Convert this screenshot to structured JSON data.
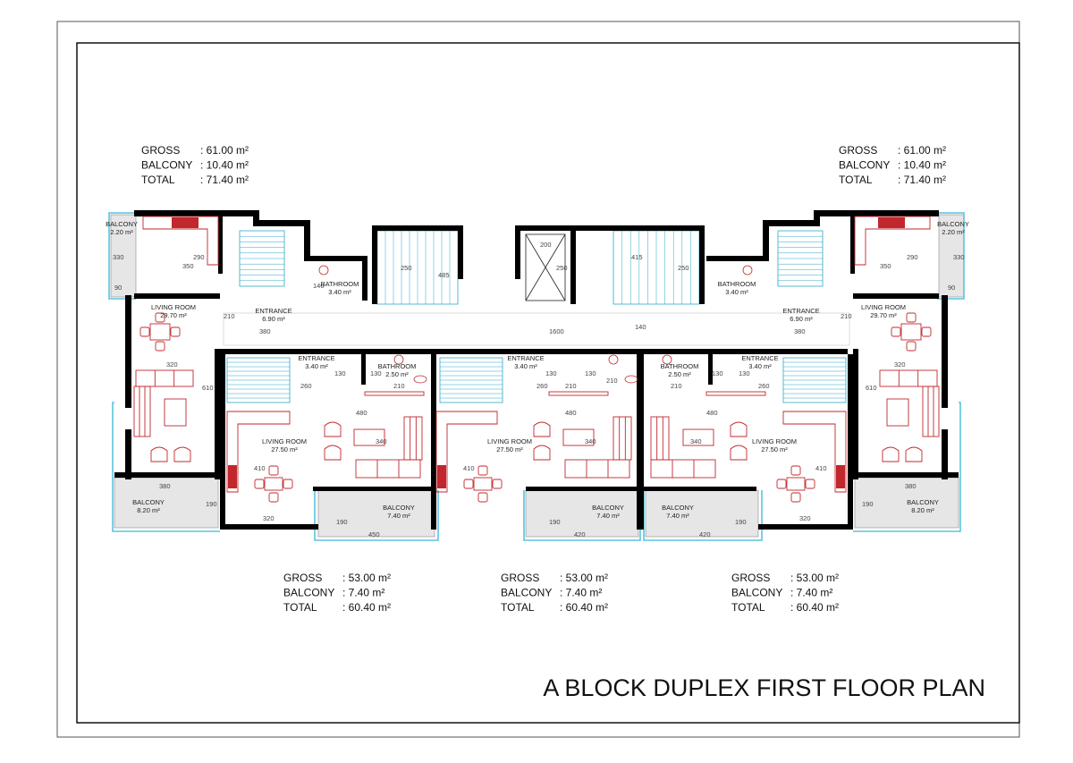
{
  "title": "A BLOCK DUPLEX FIRST FLOOR PLAN",
  "colors": {
    "wall": "#000000",
    "furniture": "#c0282e",
    "stairs": "#2fa7c9",
    "glazing": "#59c4e0",
    "dimension": "#555555"
  },
  "area_labels": {
    "gross": "GROSS",
    "balcony": "BALCONY",
    "total": "TOTAL"
  },
  "area_tables": [
    {
      "id": "top-left",
      "gross": ": 61.00 m²",
      "balcony": ": 10.40 m²",
      "total": ": 71.40 m²"
    },
    {
      "id": "top-right",
      "gross": ": 61.00 m²",
      "balcony": ": 10.40 m²",
      "total": ": 71.40 m²"
    },
    {
      "id": "bottom-left",
      "gross": ": 53.00 m²",
      "balcony": ": 7.40 m²",
      "total": ": 60.40 m²"
    },
    {
      "id": "bottom-center",
      "gross": ": 53.00 m²",
      "balcony": ": 7.40 m²",
      "total": ": 60.40 m²"
    },
    {
      "id": "bottom-right",
      "gross": ": 53.00 m²",
      "balcony": ": 7.40 m²",
      "total": ": 60.40 m²"
    }
  ],
  "rooms": [
    {
      "id": "balcony-tl",
      "name": "BALCONY",
      "area": "2.20 m²"
    },
    {
      "id": "living-l",
      "name": "LIVING ROOM",
      "area": "29.70 m²"
    },
    {
      "id": "entrance-l",
      "name": "ENTRANCE",
      "area": "6.90 m²"
    },
    {
      "id": "bath-tl",
      "name": "BATHROOM",
      "area": "3.40 m²"
    },
    {
      "id": "bath-tr",
      "name": "BATHROOM",
      "area": "3.40 m²"
    },
    {
      "id": "entrance-r",
      "name": "ENTRANCE",
      "area": "6.90 m²"
    },
    {
      "id": "living-r",
      "name": "LIVING ROOM",
      "area": "29.70 m²"
    },
    {
      "id": "balcony-tr",
      "name": "BALCONY",
      "area": "2.20 m²"
    },
    {
      "id": "entrance-u1",
      "name": "ENTRANCE",
      "area": "3.40 m²"
    },
    {
      "id": "bath-u1",
      "name": "BATHROOM",
      "area": "2.50 m²"
    },
    {
      "id": "entrance-u2",
      "name": "ENTRANCE",
      "area": "3.40 m²"
    },
    {
      "id": "bath-u3",
      "name": "BATHROOM",
      "area": "2.50 m²"
    },
    {
      "id": "entrance-u3",
      "name": "ENTRANCE",
      "area": "3.40 m²"
    },
    {
      "id": "living-u1",
      "name": "LIVING ROOM",
      "area": "27.50 m²"
    },
    {
      "id": "living-u2",
      "name": "LIVING ROOM",
      "area": "27.50 m²"
    },
    {
      "id": "living-u3",
      "name": "LIVING ROOM",
      "area": "27.50 m²"
    },
    {
      "id": "balcony-bl",
      "name": "BALCONY",
      "area": "8.20 m²"
    },
    {
      "id": "balcony-u1",
      "name": "BALCONY",
      "area": "7.40 m²"
    },
    {
      "id": "balcony-u2",
      "name": "BALCONY",
      "area": "7.40 m²"
    },
    {
      "id": "balcony-u3",
      "name": "BALCONY",
      "area": "7.40 m²"
    },
    {
      "id": "balcony-br",
      "name": "BALCONY",
      "area": "8.20 m²"
    }
  ],
  "dimensions": {
    "d350": "350",
    "d290": "290",
    "d330": "330",
    "d90": "90",
    "d210": "210",
    "d380": "380",
    "d320": "320",
    "d610": "610",
    "d190": "190",
    "d140": "140",
    "d130": "130",
    "d260": "260",
    "d480": "480",
    "d340": "340",
    "d410": "410",
    "d450": "450",
    "d420": "420",
    "d250": "250",
    "d485": "485",
    "d200": "200",
    "d415": "415",
    "d1600": "1600"
  }
}
